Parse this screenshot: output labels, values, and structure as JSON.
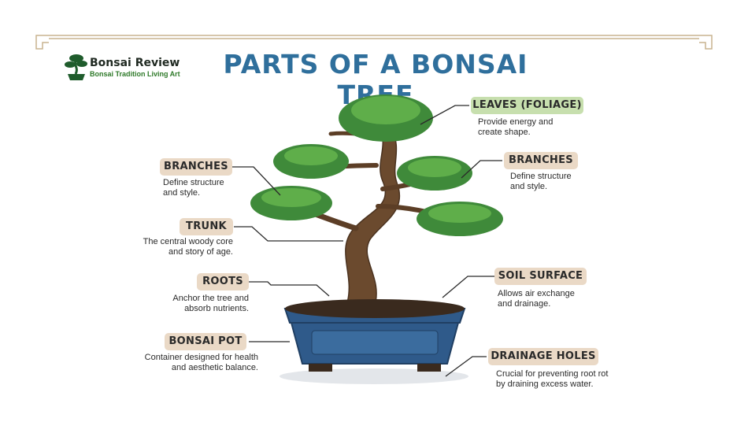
{
  "brand": {
    "name": "Bonsai Review",
    "tagline": "Bonsai Tradition Living Art"
  },
  "title": "PARTS OF A BONSAI TREE",
  "colors": {
    "title": "#2f6f9c",
    "label_bg": "#ead9c6",
    "label_bg_highlight": "#c7dfae",
    "pot": "#2f5a8a",
    "trunk": "#6b4a2e",
    "foliage": "#3f8a3a"
  },
  "labels": {
    "leaves": {
      "title": "LEAVES (FOLIAGE)",
      "line1": "Provide energy and",
      "line2": "create shape."
    },
    "branches_left": {
      "title": "BRANCHES",
      "line1": "Define structure",
      "line2": "and style."
    },
    "branches_right": {
      "title": "BRANCHES",
      "line1": "Define structure",
      "line2": "and style."
    },
    "trunk": {
      "title": "TRUNK",
      "line1": "The central woody core",
      "line2": "and story of age."
    },
    "roots": {
      "title": "ROOTS",
      "line1": "Anchor the tree and",
      "line2": "absorb nutrients."
    },
    "soil": {
      "title": "SOIL SURFACE",
      "line1": "Allows air exchange",
      "line2": "and drainage."
    },
    "pot": {
      "title": "BONSAI POT",
      "line1": "Container designed for health",
      "line2": "and aesthetic balance."
    },
    "drainage": {
      "title": "DRAINAGE HOLES",
      "line1": "Crucial for preventing root rot",
      "line2": "by draining excess water."
    }
  }
}
